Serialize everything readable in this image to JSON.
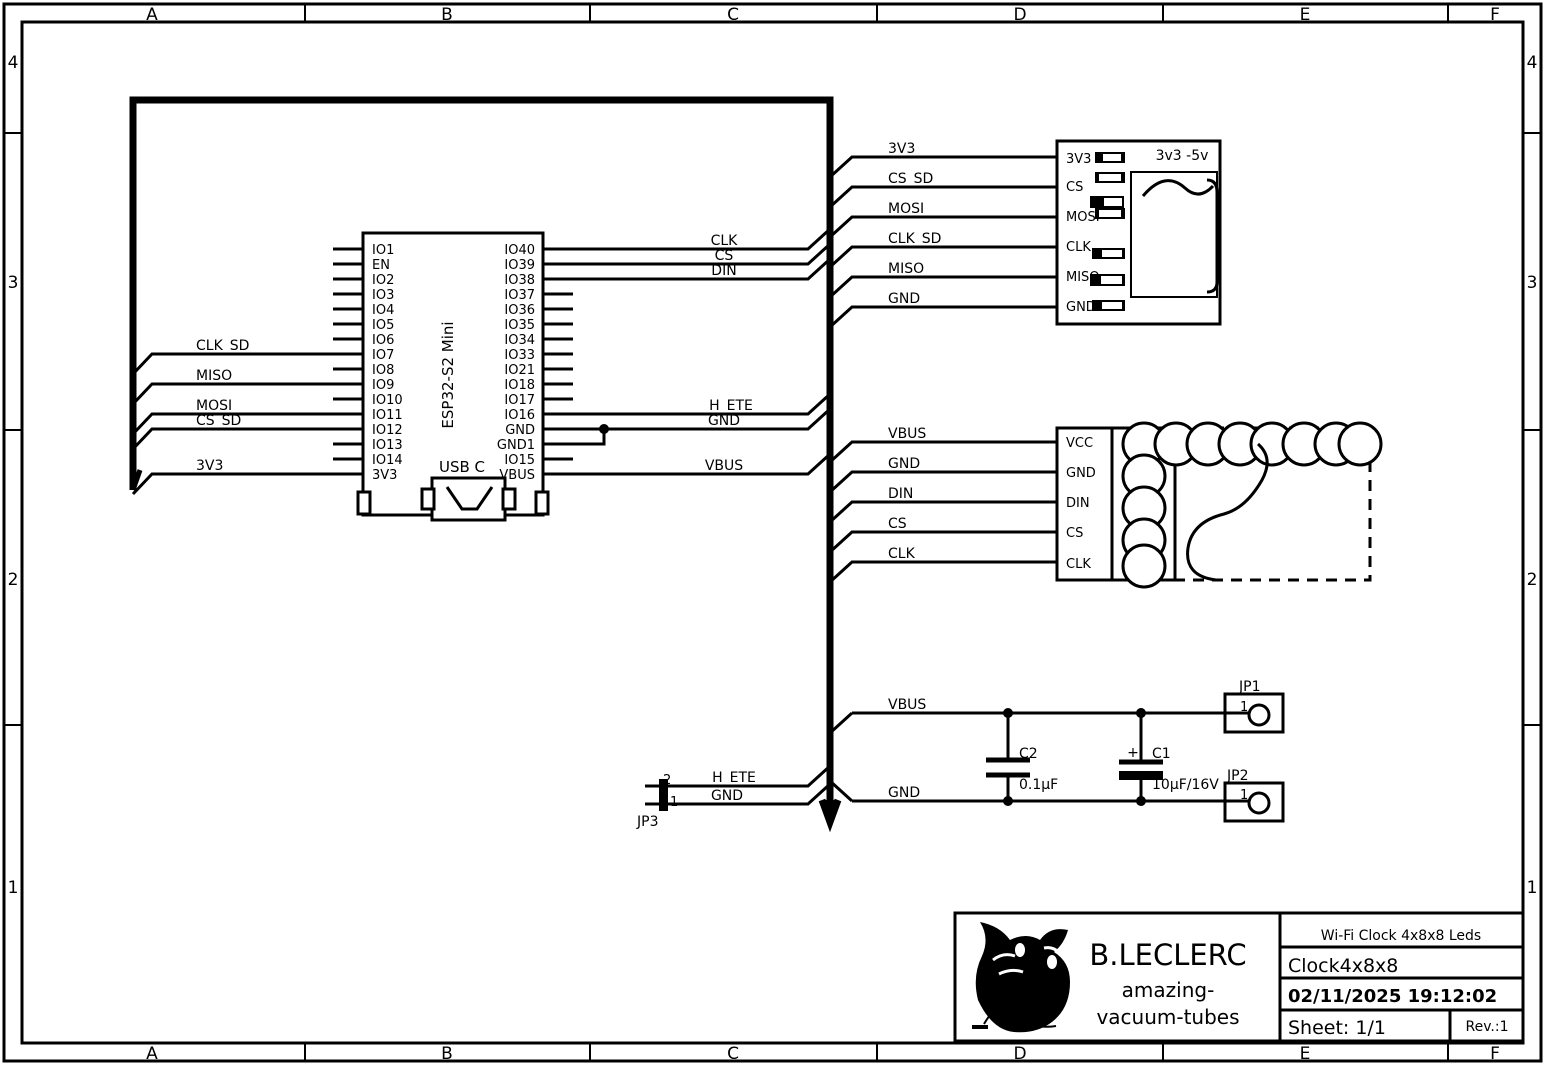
{
  "sheet": {
    "border_columns": [
      "A",
      "B",
      "C",
      "D",
      "E",
      "F"
    ],
    "border_rows": [
      "4",
      "3",
      "2",
      "1"
    ]
  },
  "title_block": {
    "author": "B.LECLERC",
    "brand_line1": "amazing-",
    "brand_line2": "vacuum-tubes",
    "logo_name": "cat-head-logo",
    "description": "Wi-Fi Clock 4x8x8 Leds",
    "project": "Clock4x8x8",
    "datetime": "02/11/2025 19:12:02",
    "sheet_label": "Sheet: 1/1",
    "revision": "Rev.:1"
  },
  "mcu": {
    "ref": "ESP32-S2 Mini",
    "connector_label": "USB C",
    "pins_left": [
      "IO1",
      "EN",
      "IO2",
      "IO3",
      "IO4",
      "IO5",
      "IO6",
      "IO7",
      "IO8",
      "IO9",
      "IO10",
      "IO11",
      "IO12",
      "IO13",
      "IO14",
      "3V3"
    ],
    "pins_right": [
      "IO40",
      "IO39",
      "IO38",
      "IO37",
      "IO36",
      "IO35",
      "IO34",
      "IO33",
      "IO21",
      "IO18",
      "IO17",
      "IO16",
      "GND",
      "GND1",
      "IO15",
      "VBUS"
    ]
  },
  "sd_module": {
    "ref": "3v3 -5v",
    "pins": [
      "3V3",
      "CS",
      "MOSI",
      "CLK",
      "MISO",
      "GND"
    ]
  },
  "led_matrix": {
    "pins": [
      "VCC",
      "GND",
      "DIN",
      "CS",
      "CLK"
    ]
  },
  "capacitors": [
    {
      "ref": "C2",
      "value": "0.1µF",
      "polarized": false
    },
    {
      "ref": "C1",
      "value": "10µF/16V",
      "polarized": true,
      "polarity_mark": "+"
    }
  ],
  "jumpers": [
    {
      "ref": "JP1",
      "pin": "1"
    },
    {
      "ref": "JP2",
      "pin": "1"
    },
    {
      "ref": "JP3",
      "pins": [
        "2",
        "1"
      ]
    }
  ],
  "net_labels": {
    "mcu_left": [
      "CLK_SD",
      "MISO",
      "MOSI",
      "CS_SD",
      "3V3"
    ],
    "mcu_right_top": [
      "CLK",
      "CS",
      "DIN"
    ],
    "mcu_right_mid": [
      "H_ETE",
      "GND",
      "VBUS"
    ],
    "sd_bus": [
      "3V3",
      "CS_SD",
      "MOSI",
      "CLK_SD",
      "MISO",
      "GND"
    ],
    "led_bus": [
      "VBUS",
      "GND",
      "DIN",
      "CS",
      "CLK"
    ],
    "power_bus": [
      "VBUS",
      "GND"
    ],
    "jp3_bus": [
      "H_ETE",
      "GND"
    ]
  },
  "colors": {
    "line": "#000000",
    "background": "#ffffff"
  }
}
